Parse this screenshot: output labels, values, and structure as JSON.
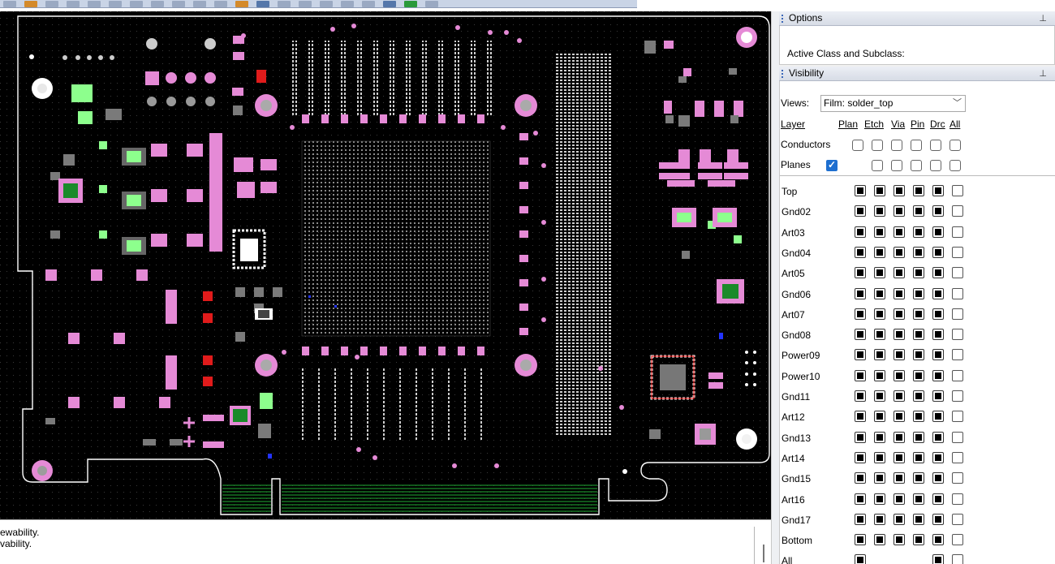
{
  "console": {
    "line1": "ewability.",
    "line2": "vability."
  },
  "options": {
    "title": "Options",
    "active_label": "Active Class and Subclass:"
  },
  "visibility": {
    "title": "Visibility",
    "views_label": "Views:",
    "views_value": "Film: solder_top",
    "header": {
      "layer": "Layer",
      "cols": [
        "Plan",
        "Etch",
        "Via",
        "Pin",
        "Drc",
        "All"
      ]
    },
    "conductors_label": "Conductors",
    "planes_label": "Planes",
    "layers": [
      "Top",
      "Gnd02",
      "Art03",
      "Gnd04",
      "Art05",
      "Gnd06",
      "Art07",
      "Gnd08",
      "Power09",
      "Power10",
      "Gnd11",
      "Art12",
      "Gnd13",
      "Art14",
      "Gnd15",
      "Art16",
      "Gnd17",
      "Bottom",
      "All"
    ]
  },
  "colors": {
    "board_bg": "#000000",
    "pad_pink": "#e58ad6",
    "pad_green": "#8dff8d",
    "pad_gray": "#7a7a7a",
    "pad_red": "#e01b1b",
    "trace_green": "#1a8a2a",
    "outline": "#ffffff",
    "checkbox_blue": "#1e6fd0"
  },
  "icons": {
    "pin": "pushpin-icon",
    "dropdown": "chevron-down-icon"
  }
}
